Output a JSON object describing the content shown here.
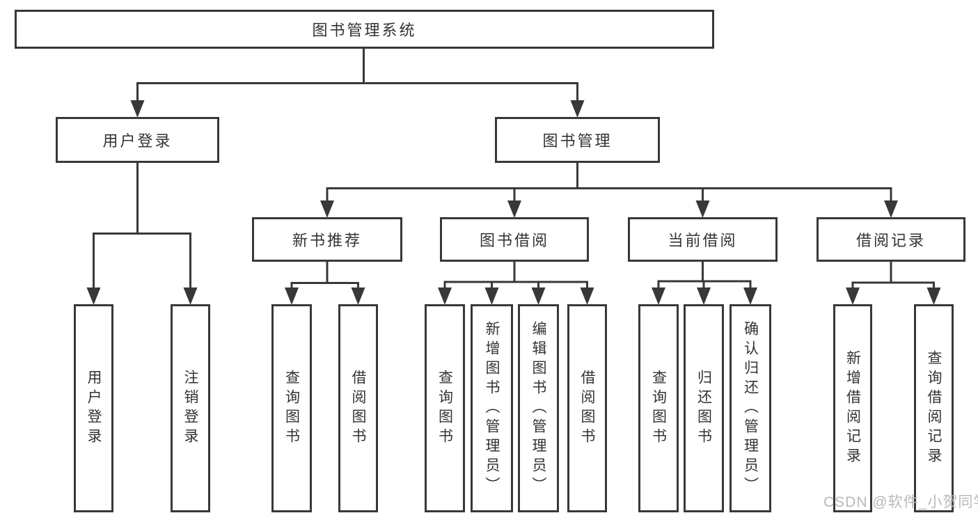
{
  "diagram": {
    "title": "图书管理系统",
    "root": {
      "label": "图书管理系统"
    },
    "branches": [
      {
        "label": "用户登录",
        "children": [
          {
            "label": "用户登录"
          },
          {
            "label": "注销登录"
          }
        ]
      },
      {
        "label": "图书管理",
        "children": [
          {
            "label": "新书推荐",
            "children": [
              {
                "label": "查询图书"
              },
              {
                "label": "借阅图书"
              }
            ]
          },
          {
            "label": "图书借阅",
            "children": [
              {
                "label": "查询图书"
              },
              {
                "label": "新增图书（管理员）"
              },
              {
                "label": "编辑图书（管理员）"
              },
              {
                "label": "借阅图书"
              }
            ]
          },
          {
            "label": "当前借阅",
            "children": [
              {
                "label": "查询图书"
              },
              {
                "label": "归还图书"
              },
              {
                "label": "确认归还（管理员）"
              }
            ]
          },
          {
            "label": "借阅记录",
            "children": [
              {
                "label": "新增借阅记录"
              },
              {
                "label": "查询借阅记录"
              }
            ]
          }
        ]
      }
    ]
  },
  "watermark": {
    "text": "CSDN @软件_小贺同学"
  },
  "colors": {
    "line": "#383838",
    "text": "#333333",
    "watermark": "#b9b9b9",
    "background": "#ffffff"
  }
}
